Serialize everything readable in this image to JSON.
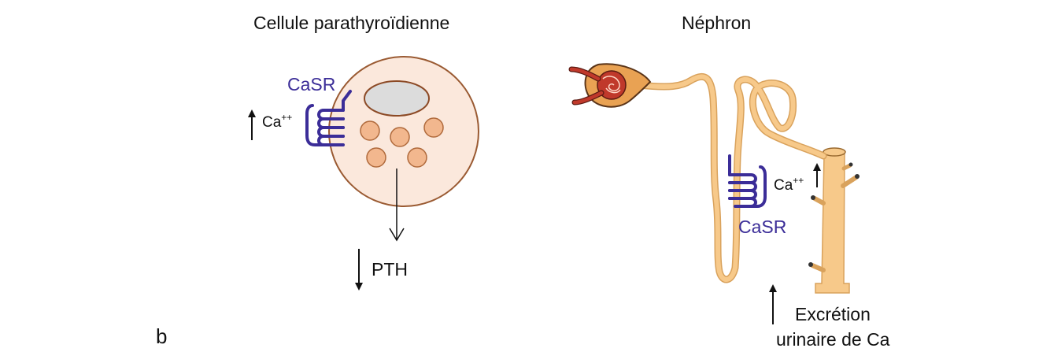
{
  "diagram": {
    "panel_letter": "b",
    "left": {
      "title": "Cellule parathyroïdienne",
      "receptor": "CaSR",
      "ion": "Ca",
      "ion_charge": "++",
      "hormone": "PTH"
    },
    "right": {
      "title": "Néphron",
      "receptor": "CaSR",
      "ion": "Ca",
      "ion_charge": "++",
      "excretion_line1": "Excrétion",
      "excretion_line2": "urinaire de Ca"
    }
  },
  "colors": {
    "receptor": "#3b2d98",
    "cell_fill": "#fbe8dc",
    "cell_outline": "#9a5a32",
    "granule": "#f2b78e",
    "nucleus": "#dcdcdc",
    "tubule": "#f7c98a",
    "tubule_outline": "#d9a25c",
    "glomerulus": "#c0392b"
  }
}
